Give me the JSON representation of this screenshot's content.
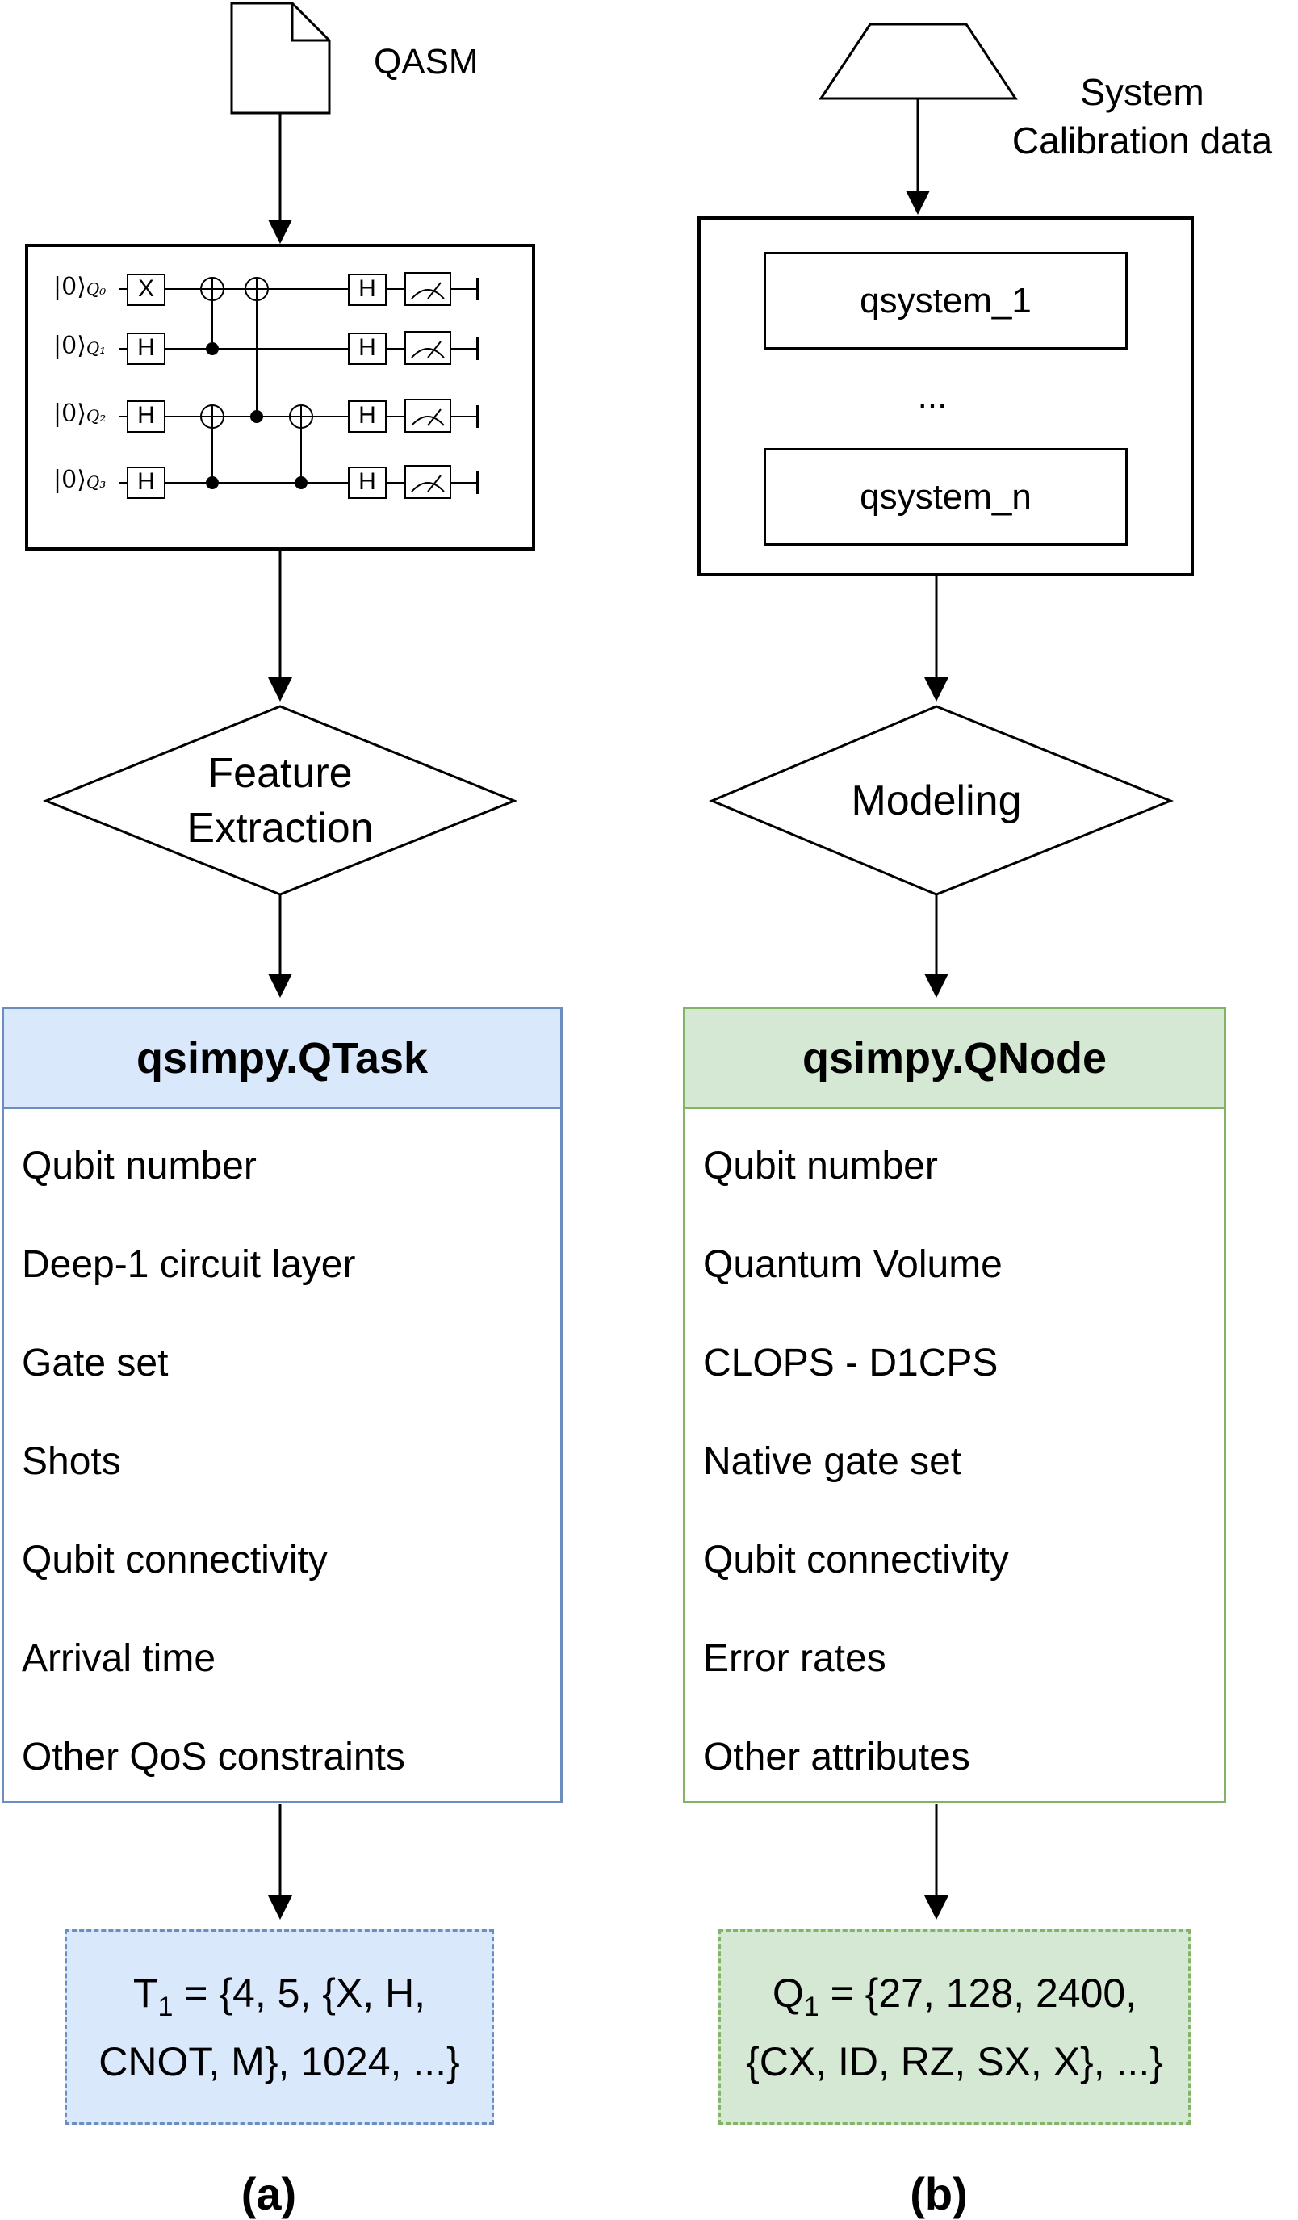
{
  "left": {
    "input_label": "QASM",
    "circuit": {
      "qubits": [
        {
          "ket": "|0⟩",
          "sub": "Q₀"
        },
        {
          "ket": "|0⟩",
          "sub": "Q₁"
        },
        {
          "ket": "|0⟩",
          "sub": "Q₂"
        },
        {
          "ket": "|0⟩",
          "sub": "Q₃"
        }
      ],
      "first_gates": [
        "X",
        "H",
        "H",
        "H"
      ],
      "final_gates": [
        "H",
        "H",
        "H",
        "H"
      ]
    },
    "process": {
      "line1": "Feature",
      "line2": "Extraction"
    },
    "table": {
      "title": "qsimpy.QTask",
      "rows": [
        "Qubit number",
        "Deep-1 circuit layer",
        "Gate set",
        "Shots",
        "Qubit connectivity",
        "Arrival time",
        "Other QoS constraints"
      ]
    },
    "result": {
      "symbol": "T",
      "subscript": "1",
      "line1_rest": " = {4, 5, {X, H,",
      "line2": "CNOT, M}, 1024, ...}"
    },
    "caption": "(a)"
  },
  "right": {
    "input_label": {
      "line1": "System",
      "line2": "Calibration data"
    },
    "systems": {
      "first": "qsystem_1",
      "ellipsis": "...",
      "last": "qsystem_n"
    },
    "process": {
      "line1": "Modeling"
    },
    "table": {
      "title": "qsimpy.QNode",
      "rows": [
        "Qubit number",
        "Quantum Volume",
        "CLOPS - D1CPS",
        "Native gate set",
        "Qubit connectivity",
        "Error rates",
        "Other attributes"
      ]
    },
    "result": {
      "symbol": "Q",
      "subscript": "1",
      "line1_rest": " = {27, 128, 2400,",
      "line2": "{CX, ID, RZ, SX, X}, ...}"
    },
    "caption": "(b)"
  },
  "colors": {
    "blue_fill": "#dae8fc",
    "blue_stroke": "#6c8ebf",
    "green_fill": "#d5e8d4",
    "green_stroke": "#82b366"
  }
}
